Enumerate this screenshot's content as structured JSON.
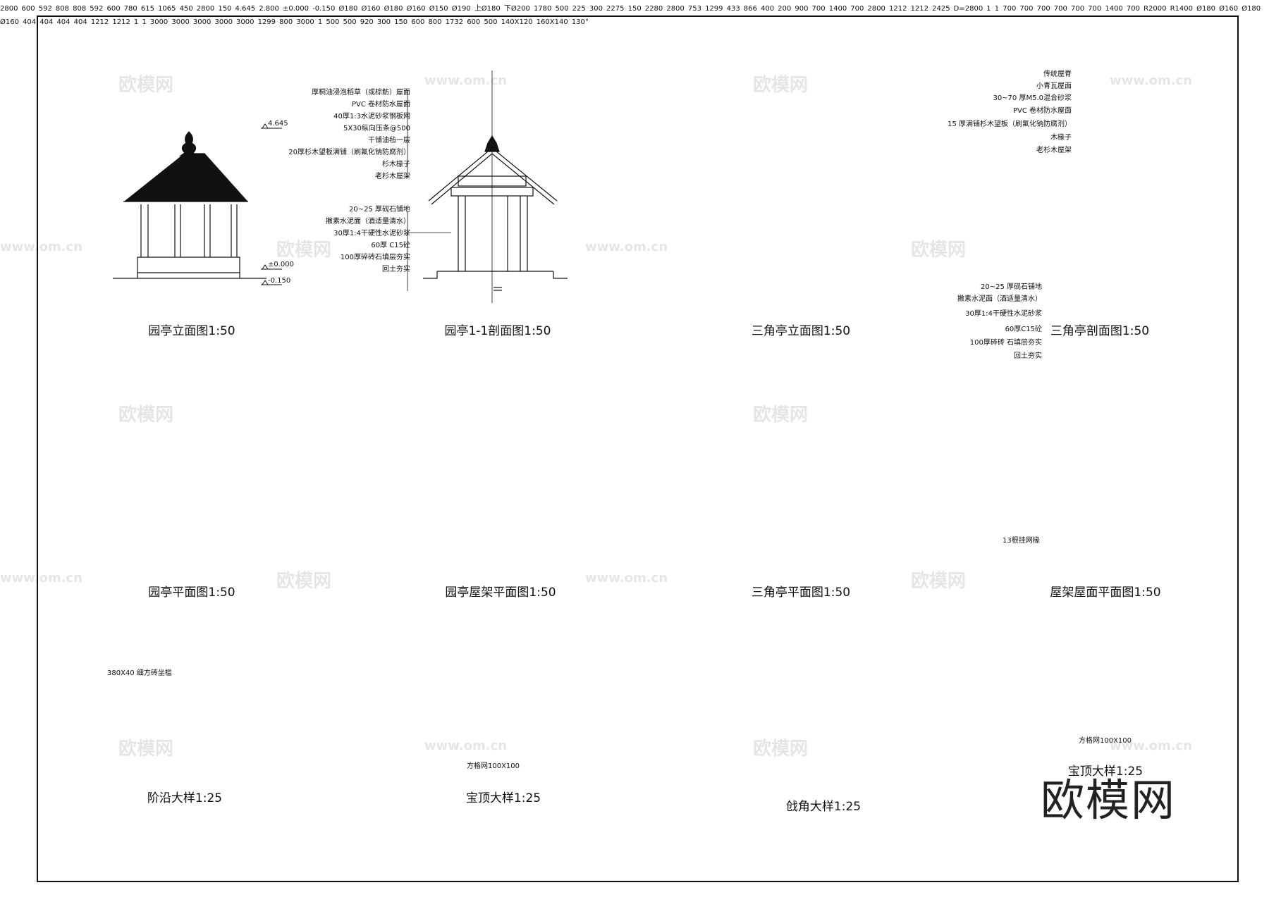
{
  "titles": {
    "yuan_elev": "园亭立面图1:50",
    "yuan_sect": "园亭1-1剖面图1:50",
    "tri_elev": "三角亭立面图1:50",
    "tri_sect": "三角亭剖面图1:50",
    "yuan_plan": "园亭平面图1:50",
    "yuan_roof": "园亭屋架平面图1:50",
    "tri_plan": "三角亭平面图1:50",
    "tri_roof": "屋架屋面平面图1:50",
    "step": "阶沿大样1:25",
    "finial1": "宝顶大样1:25",
    "corner": "戗角大样1:25",
    "finial2": "宝顶大样1:25"
  },
  "brand": "欧模网",
  "watermark": {
    "text": "欧模网",
    "url": "www.om.cn"
  },
  "notes": {
    "sect_roof": [
      "厚桐油浸泡稻草（或棕鲂）屋面",
      "PVC 卷材防水屋面",
      "40厚1:3水泥砂浆钢板网",
      "5X30纵向压条@500",
      "干铺油毡一层",
      "20厚杉木望板满铺（刷氟化钠防腐剂）",
      "杉木椽子",
      "老杉木屋架"
    ],
    "sect_floor": [
      "20~25 厚砚石铺地",
      "撇素水泥面（酒适量清水）",
      "30厚1:4干硬性水泥砂浆",
      "60厚 C15砼",
      "100厚碎砖石填层夯实",
      "回土夯实"
    ],
    "tri_roof": [
      "传统屋脊",
      "小青瓦屋面",
      "30~70 厚M5.0混合砂浆",
      "PVC 卷材防水屋面",
      "15 厚满铺杉木望板（刷氟化钠防腐剂）",
      "木椽子",
      "老杉木屋架"
    ],
    "tri_floor": [
      "20~25 厚砚石铺地",
      "撇素水泥面（酒适量清水）",
      "30厚1:4干硬性水泥砂浆",
      "60厚C15砼",
      "100厚碎砖 石填层夯实",
      "回土夯实"
    ],
    "step_label": "380X40 细方砖坐槛",
    "grid_label": "方格网100X100",
    "rafter_label": "13根挂网椽",
    "corner_a": "140X120",
    "corner_b": "160X140",
    "angle": "130°"
  },
  "dims": {
    "sect_top": "2800",
    "sect_row": [
      "600",
      "592",
      "808",
      "808",
      "592",
      "600"
    ],
    "sect_right": [
      "780",
      "615",
      "1065",
      "450",
      "2800",
      "150"
    ],
    "levels": [
      "4.645",
      "2.800",
      "±0.000",
      "-0.150"
    ],
    "tri_right": [
      "1780",
      "500",
      "225",
      "300",
      "2275",
      "150"
    ],
    "tri_right_outer": [
      "2280",
      "2800"
    ],
    "tri_row": [
      "753",
      "1299",
      "433",
      "866",
      "400",
      "200"
    ],
    "yuan_plan_bottom": [
      "900",
      "700",
      "1400",
      "700",
      "2800"
    ],
    "yuan_plan_left": [
      "1212",
      "1212",
      "2425"
    ],
    "yuan_plan_d": "D=2800",
    "roof_plan_bottom": [
      "700",
      "700",
      "700",
      "700",
      "700",
      "1400",
      "700"
    ],
    "roof_plan_right": [
      "404",
      "404",
      "404",
      "404",
      "1212",
      "1212"
    ],
    "roof_plan_r": [
      "R2000",
      "R1400"
    ],
    "roof_plan_phi": [
      "Ø180",
      "Ø160",
      "Ø180",
      "Ø160"
    ],
    "tri_plan": [
      "3000",
      "3000",
      "3000"
    ],
    "tri_roof_dims": [
      "3000",
      "3000",
      "1299",
      "800",
      "3000"
    ],
    "step_dims": [
      "500",
      "500",
      "920",
      "300",
      "150",
      "600"
    ],
    "corner_dims": [
      "800",
      "1732",
      "600",
      "500"
    ],
    "phi": [
      "Ø180",
      "Ø160",
      "Ø150",
      "Ø190"
    ],
    "post": "上Ø180",
    "post2": "下Ø200",
    "section_mark": "1"
  }
}
